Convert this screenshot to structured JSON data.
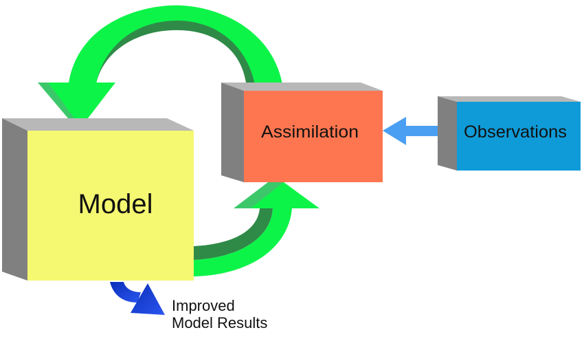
{
  "diagram": {
    "boxes": {
      "model": {
        "label": "Model",
        "color": "#f5f871"
      },
      "assimilation": {
        "label": "Assimilation",
        "color": "#fd7650"
      },
      "observations": {
        "label": "Observations",
        "color": "#0f9bd8"
      }
    },
    "output": {
      "line1": "Improved",
      "line2": "Model Results"
    },
    "colors": {
      "side_shade": "#808080",
      "top_shade": "#b8b8b8",
      "cycle_arrow": "#0df449",
      "cycle_arrow_shadow": "#2f8a48",
      "obs_arrow": "#4a9ff2",
      "output_arrow": "#1a3fd8"
    },
    "edges": [
      {
        "from": "assimilation",
        "to": "model",
        "style": "curved-green"
      },
      {
        "from": "model",
        "to": "assimilation",
        "style": "curved-green"
      },
      {
        "from": "observations",
        "to": "assimilation",
        "style": "straight-blue"
      },
      {
        "from": "model",
        "to": "output",
        "style": "curved-blue"
      }
    ]
  }
}
